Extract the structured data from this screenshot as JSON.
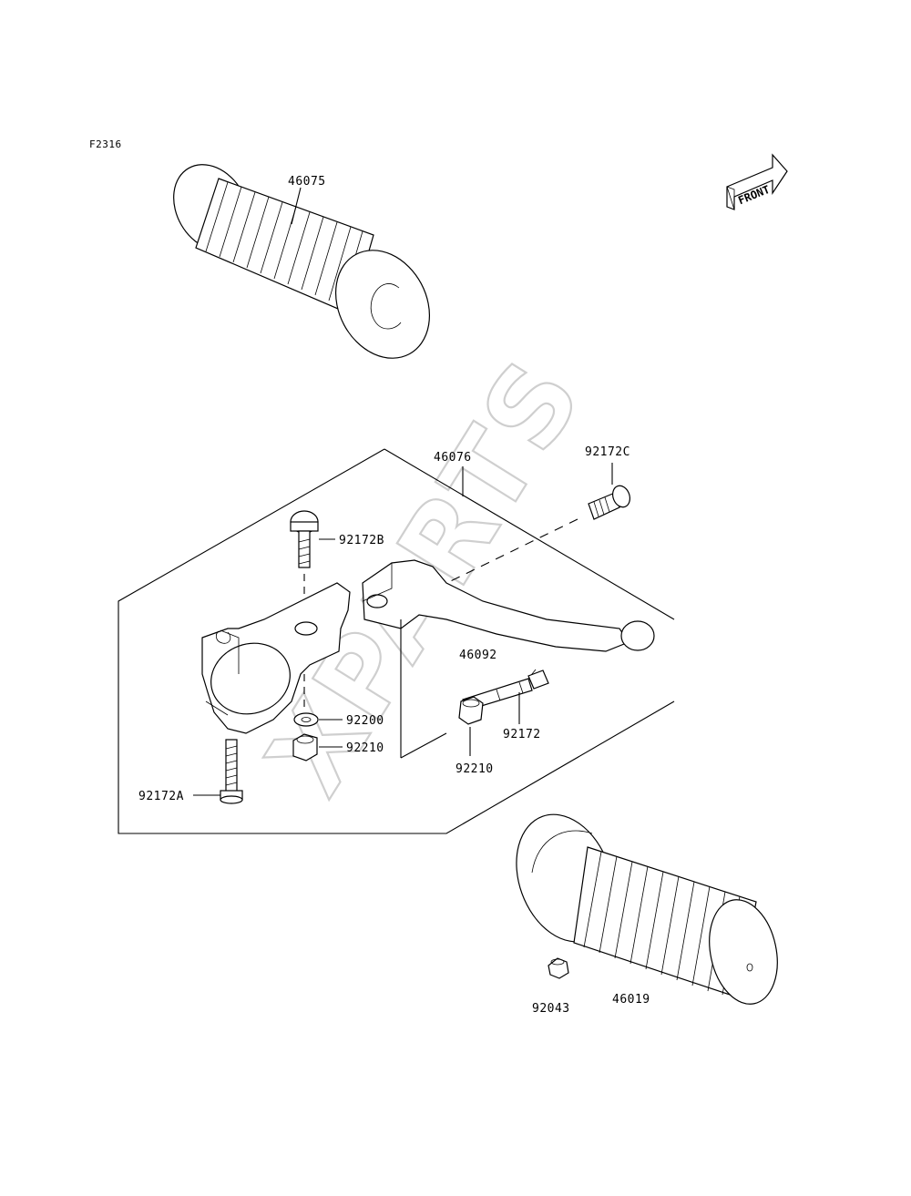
{
  "diagram": {
    "figure_code": "F2316",
    "direction_badge": "FRONT",
    "watermark": "XPARTS",
    "colors": {
      "ink": "#000000",
      "background": "#ffffff",
      "watermark": "#cfcfcf"
    },
    "parts": [
      {
        "number": "46075"
      },
      {
        "number": "46076"
      },
      {
        "number": "92172C"
      },
      {
        "number": "92172B"
      },
      {
        "number": "46092"
      },
      {
        "number": "92200"
      },
      {
        "number": "92210"
      },
      {
        "number": "92172"
      },
      {
        "number": "92210"
      },
      {
        "number": "92172A"
      },
      {
        "number": "92043"
      },
      {
        "number": "46019"
      }
    ]
  }
}
